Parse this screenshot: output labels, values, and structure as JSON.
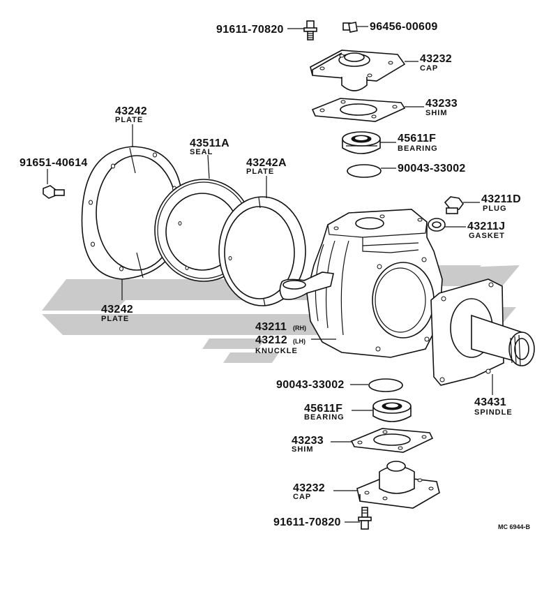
{
  "watermark": {
    "color": "#c8c8c8"
  },
  "diagram_ref": "MC 6944-B",
  "labels": {
    "bolt_top": "91611-70820",
    "fitting": "96456-00609",
    "cap_top": {
      "part": "43232",
      "name": "CAP"
    },
    "shim_top": {
      "part": "43233",
      "name": "SHIM"
    },
    "bearing_top": {
      "part": "45611F",
      "name": "BEARING"
    },
    "ring_top": "90043-33002",
    "plug": {
      "part": "43211D",
      "name": "PLUG"
    },
    "gasket": {
      "part": "43211J",
      "name": "GASKET"
    },
    "plate_top": {
      "part": "43242",
      "name": "PLATE"
    },
    "seal": {
      "part": "43511A",
      "name": "SEAL"
    },
    "plate_a": {
      "part": "43242A",
      "name": "PLATE"
    },
    "bolt_left": "91651-40614",
    "plate_bottom": {
      "part": "43242",
      "name": "PLATE"
    },
    "knuckle": {
      "part_rh": "43211",
      "suffix_rh": "(RH)",
      "part_lh": "43212",
      "suffix_lh": "(LH)",
      "name": "KNUCKLE"
    },
    "spindle": {
      "part": "43431",
      "name": "SPINDLE"
    },
    "ring_bottom": "90043-33002",
    "bearing_bottom": {
      "part": "45611F",
      "name": "BEARING"
    },
    "shim_bottom": {
      "part": "43233",
      "name": "SHIM"
    },
    "cap_bottom": {
      "part": "43232",
      "name": "CAP"
    },
    "bolt_bottom": "91611-70820"
  }
}
